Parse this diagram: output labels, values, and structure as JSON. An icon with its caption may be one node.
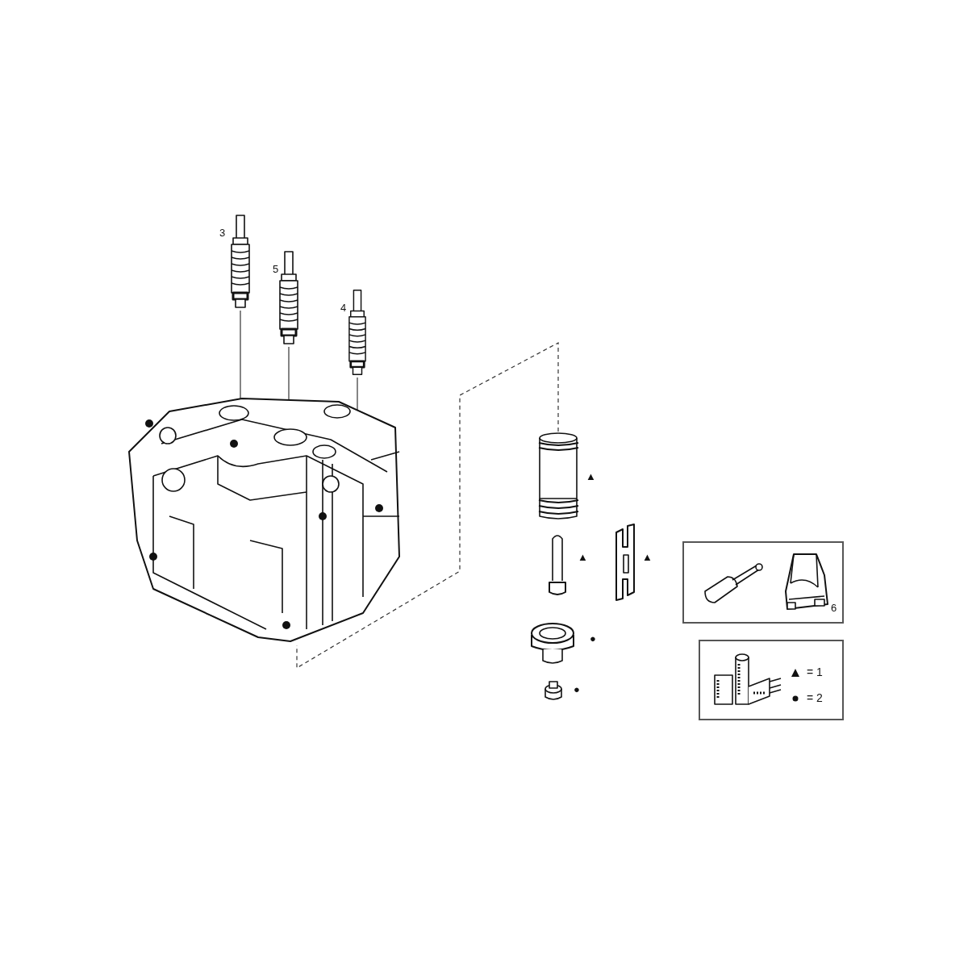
{
  "diagram": {
    "nodes": [
      {
        "text": [],
        "shape": "picture"
      },
      {
        "text": [],
        "shape": "picture",
        "beside": [
          "3"
        ]
      },
      {
        "text": [],
        "shape": "picture",
        "beside": [
          "5"
        ]
      },
      {
        "text": [],
        "shape": "picture",
        "beside": [
          "4"
        ]
      },
      {
        "text": [],
        "shape": "picture",
        "beside": [
          "▲"
        ]
      },
      {
        "text": [],
        "shape": "picture",
        "beside": [
          "▲"
        ]
      },
      {
        "text": [],
        "shape": "picture",
        "beside": [
          "▲"
        ]
      },
      {
        "text": [],
        "shape": "picture",
        "beside": [
          "●"
        ]
      },
      {
        "text": [],
        "shape": "picture",
        "beside": [
          "●"
        ]
      },
      {
        "text": [],
        "shape": "box"
      },
      {
        "text": [],
        "shape": "picture",
        "in": 9
      },
      {
        "text": [],
        "shape": "picture",
        "in": 9,
        "beside": [
          "6"
        ]
      },
      {
        "text": [],
        "shape": "box"
      },
      {
        "text": [],
        "shape": "picture",
        "in": 12
      }
    ],
    "edges": [
      {
        "from": 1,
        "to": 0,
        "arrow": "none"
      },
      {
        "from": 2,
        "to": 0,
        "arrow": "none"
      },
      {
        "from": 3,
        "to": 0,
        "arrow": "none"
      },
      {
        "from": 4,
        "to": 0,
        "arrow": "none",
        "style": "dashed"
      }
    ],
    "legend": [
      {
        "text": "= 1"
      },
      {
        "text": "= 2"
      }
    ]
  }
}
